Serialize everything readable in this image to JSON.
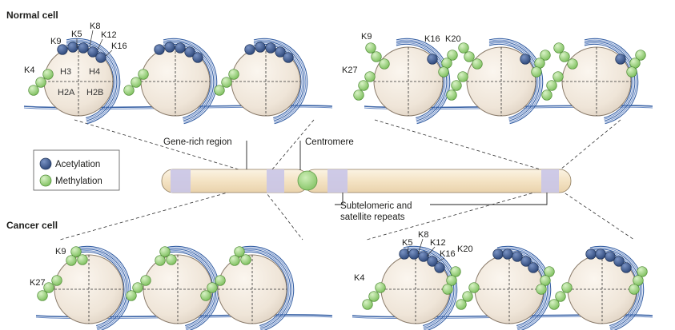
{
  "titles": {
    "normal": "Normal cell",
    "cancer": "Cancer cell"
  },
  "legend": {
    "acetylation": "Acetylation",
    "methylation": "Methylation"
  },
  "chromosome": {
    "gene_rich_region": "Gene-rich region",
    "centromere": "Centromere",
    "repeats_line1": "Subtelomeric and",
    "repeats_line2": "satellite repeats"
  },
  "histones": {
    "h3": "H3",
    "h4": "H4",
    "h2a": "H2A",
    "h2b": "H2B"
  },
  "residues": {
    "normal_left": {
      "k9": "K9",
      "k5": "K5",
      "k8": "K8",
      "k12": "K12",
      "k16": "K16",
      "k4": "K4"
    },
    "normal_right": {
      "k9": "K9",
      "k16": "K16",
      "k20": "K20",
      "k27": "K27"
    },
    "cancer_left": {
      "k9": "K9",
      "k27": "K27"
    },
    "cancer_right": {
      "k5": "K5",
      "k8": "K8",
      "k12": "K12",
      "k16": "K16",
      "k20": "K20",
      "k4": "K4"
    }
  },
  "colors": {
    "acetylation": "#3e5d96",
    "methylation": "#a8d88a",
    "nucleosome": "#f1e9df",
    "dna": "#3a63a6",
    "chromosome_body": "#f6e8cf",
    "chromosome_band": "#c9c5e8",
    "centromere": "#a8d88a"
  }
}
